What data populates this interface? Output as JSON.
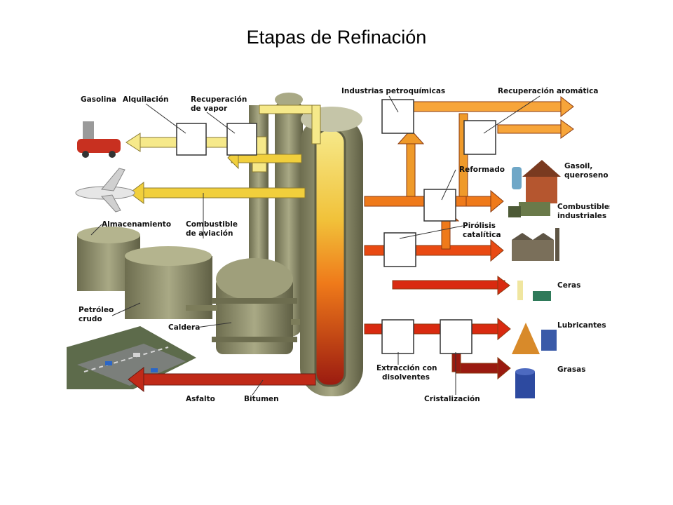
{
  "title": "Etapas de Refinación",
  "labels": {
    "gasolina": "Gasolina",
    "alquilacion": "Alquilación",
    "recuperacion_vapor_1": "Recuperación",
    "recuperacion_vapor_2": "de vapor",
    "industrias": "Industrias petroquímicas",
    "recuperacion_aromatica": "Recuperación aromática",
    "reformado": "Reformado",
    "gasoil_1": "Gasoil,",
    "gasoil_2": "queroseno",
    "combustible_aviacion_1": "Combustible",
    "combustible_aviacion_2": "de aviación",
    "almacenamiento": "Almacenamiento",
    "combustibles_ind_1": "Combustibles",
    "combustibles_ind_2": "industriales",
    "pirolisis_1": "Pirólisis",
    "pirolisis_2": "catalítica",
    "petroleo_1": "Petróleo",
    "petroleo_2": "crudo",
    "ceras": "Ceras",
    "caldera": "Caldera",
    "lubricantes": "Lubricantes",
    "extraccion_1": "Extracción con",
    "extraccion_2": "disolventes",
    "grasas": "Grasas",
    "asfalto": "Asfalto",
    "bitumen": "Bitumen",
    "cristalizacion": "Cristalización"
  },
  "colors": {
    "pale_yellow": "#f6e98a",
    "yellow": "#f1cf3c",
    "orange_light": "#f7a53a",
    "orange": "#ef7a1a",
    "red_orange": "#e94a12",
    "red": "#d92a10",
    "dark_red": "#9a1a10",
    "tank": "#8a8a63",
    "background": "#ffffff"
  }
}
